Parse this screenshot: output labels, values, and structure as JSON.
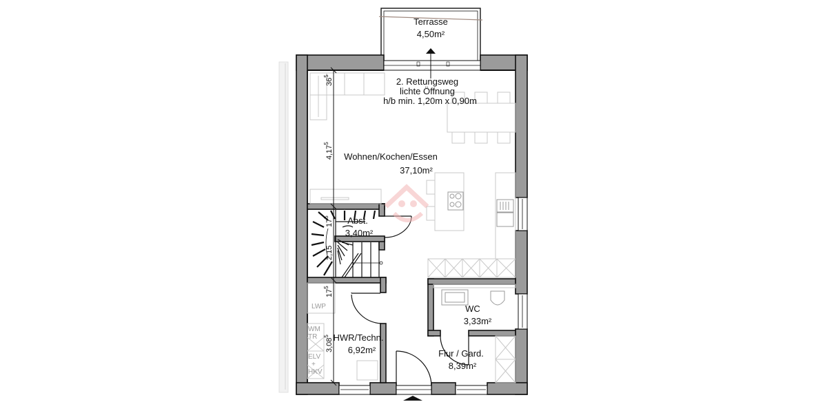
{
  "plan": {
    "title": "Erdgeschoss Grundriss",
    "rooms": [
      {
        "id": "terrasse",
        "name": "Terrasse",
        "area": "4,50m²"
      },
      {
        "id": "wohnen",
        "name": "Wohnen/Kochen/Essen",
        "area": "37,10m²"
      },
      {
        "id": "abst",
        "name": "Abst.",
        "area": "3,40m²"
      },
      {
        "id": "hwr",
        "name": "HWR/Techn.",
        "area": "6,92m²"
      },
      {
        "id": "wc",
        "name": "WC",
        "area": "3,33m²"
      },
      {
        "id": "flur",
        "name": "Flur / Gard.",
        "area": "8,39m²"
      }
    ],
    "annotations": {
      "rettungsweg_line1": "2. Rettungsweg",
      "rettungsweg_line2": "lichte Öffnung",
      "rettungsweg_line3": "h/b min. 1,20m x 0,90m"
    },
    "dimensions": {
      "d1_main": "36",
      "d1_sup": "5",
      "d2_main": "4,17",
      "d2_sup": "5",
      "d3_main": "17",
      "d3_sup": "5",
      "d4_main": "2,15",
      "d4_sup": "",
      "d5_main": "17",
      "d5_sup": "5",
      "d6_main": "3,08",
      "d6_sup": "5"
    },
    "fixtures": {
      "lwp": "LWP",
      "wm": "WM",
      "tr": "TR",
      "elv": "ELV",
      "hkv": "HKV",
      "plus": "+"
    },
    "colors": {
      "wall_fill": "#9b9b9b",
      "line": "#111111",
      "furniture": "#c8c8c8",
      "watermark": "#f3c4c4"
    }
  }
}
